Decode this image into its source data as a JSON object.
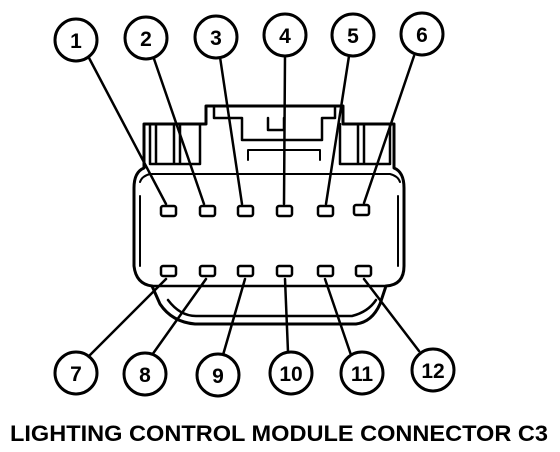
{
  "caption": "LIGHTING CONTROL MODULE CONNECTOR C3",
  "colors": {
    "ink": "#000000",
    "paper": "#ffffff"
  },
  "pins": [
    {
      "number": "1"
    },
    {
      "number": "2"
    },
    {
      "number": "3"
    },
    {
      "number": "4"
    },
    {
      "number": "5"
    },
    {
      "number": "6"
    },
    {
      "number": "7"
    },
    {
      "number": "8"
    },
    {
      "number": "9"
    },
    {
      "number": "10"
    },
    {
      "number": "11"
    },
    {
      "number": "12"
    }
  ]
}
